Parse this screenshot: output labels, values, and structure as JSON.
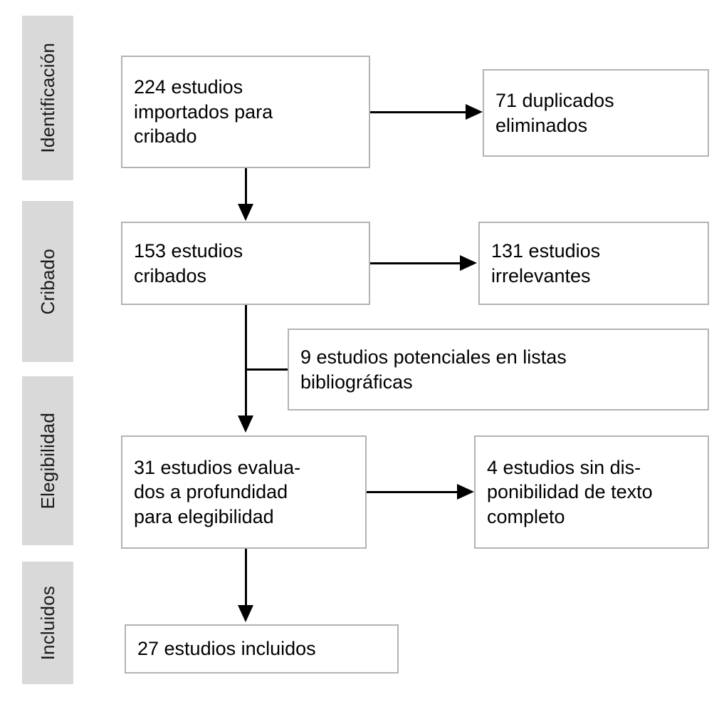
{
  "diagram": {
    "type": "prisma-flow-diagram",
    "language": "es",
    "title": "",
    "stages": [
      {
        "id": "identificacion",
        "label": "Identificación"
      },
      {
        "id": "cribado",
        "label": "Cribado"
      },
      {
        "id": "elegibilidad",
        "label": "Elegibilidad"
      },
      {
        "id": "incluidos",
        "label": "Incluidos"
      }
    ],
    "boxes": [
      {
        "id": "estudios-importados",
        "stage": "identificacion",
        "count": 224,
        "text": "224 estudios importados para cribado",
        "line1": "224 estudios",
        "line2": "importados para",
        "line3": "cribado"
      },
      {
        "id": "duplicados-eliminados",
        "stage": "identificacion",
        "count": 71,
        "text": "71 duplicados eliminados",
        "line1": "71 duplicados",
        "line2": "eliminados"
      },
      {
        "id": "estudios-cribados",
        "stage": "cribado",
        "count": 153,
        "text": "153 estudios cribados",
        "line1": "153 estudios",
        "line2": "cribados"
      },
      {
        "id": "estudios-irrelevantes",
        "stage": "cribado",
        "count": 131,
        "text": "131 estudios irrelevantes",
        "line1": "131 estudios",
        "line2": "irrelevantes"
      },
      {
        "id": "estudios-potenciales-listas",
        "stage": "cribado",
        "count": 9,
        "text": "9 estudios potenciales en listas bibliográficas",
        "line1": "9 estudios potenciales en listas",
        "line2": "bibliográficas"
      },
      {
        "id": "estudios-evaluados-profundidad",
        "stage": "elegibilidad",
        "count": 31,
        "text": "31 estudios evaluados a profundidad para elegibilidad",
        "line1": "31 estudios evalua-",
        "line2": "dos a profundidad",
        "line3": "para elegibilidad"
      },
      {
        "id": "estudios-sin-texto-completo",
        "stage": "elegibilidad",
        "count": 4,
        "text": "4 estudios sin disponibilidad de texto completo",
        "line1": "4 estudios sin dis-",
        "line2": "ponibilidad de texto",
        "line3": "completo"
      },
      {
        "id": "estudios-incluidos",
        "stage": "incluidos",
        "count": 27,
        "text": "27 estudios incluidos",
        "line1": "27 estudios incluidos"
      }
    ],
    "colors": {
      "band_background": "#d9d9d9",
      "box_border": "#b3b3b3",
      "box_background": "#ffffff",
      "connector": "#000000",
      "text": "#000000"
    }
  }
}
